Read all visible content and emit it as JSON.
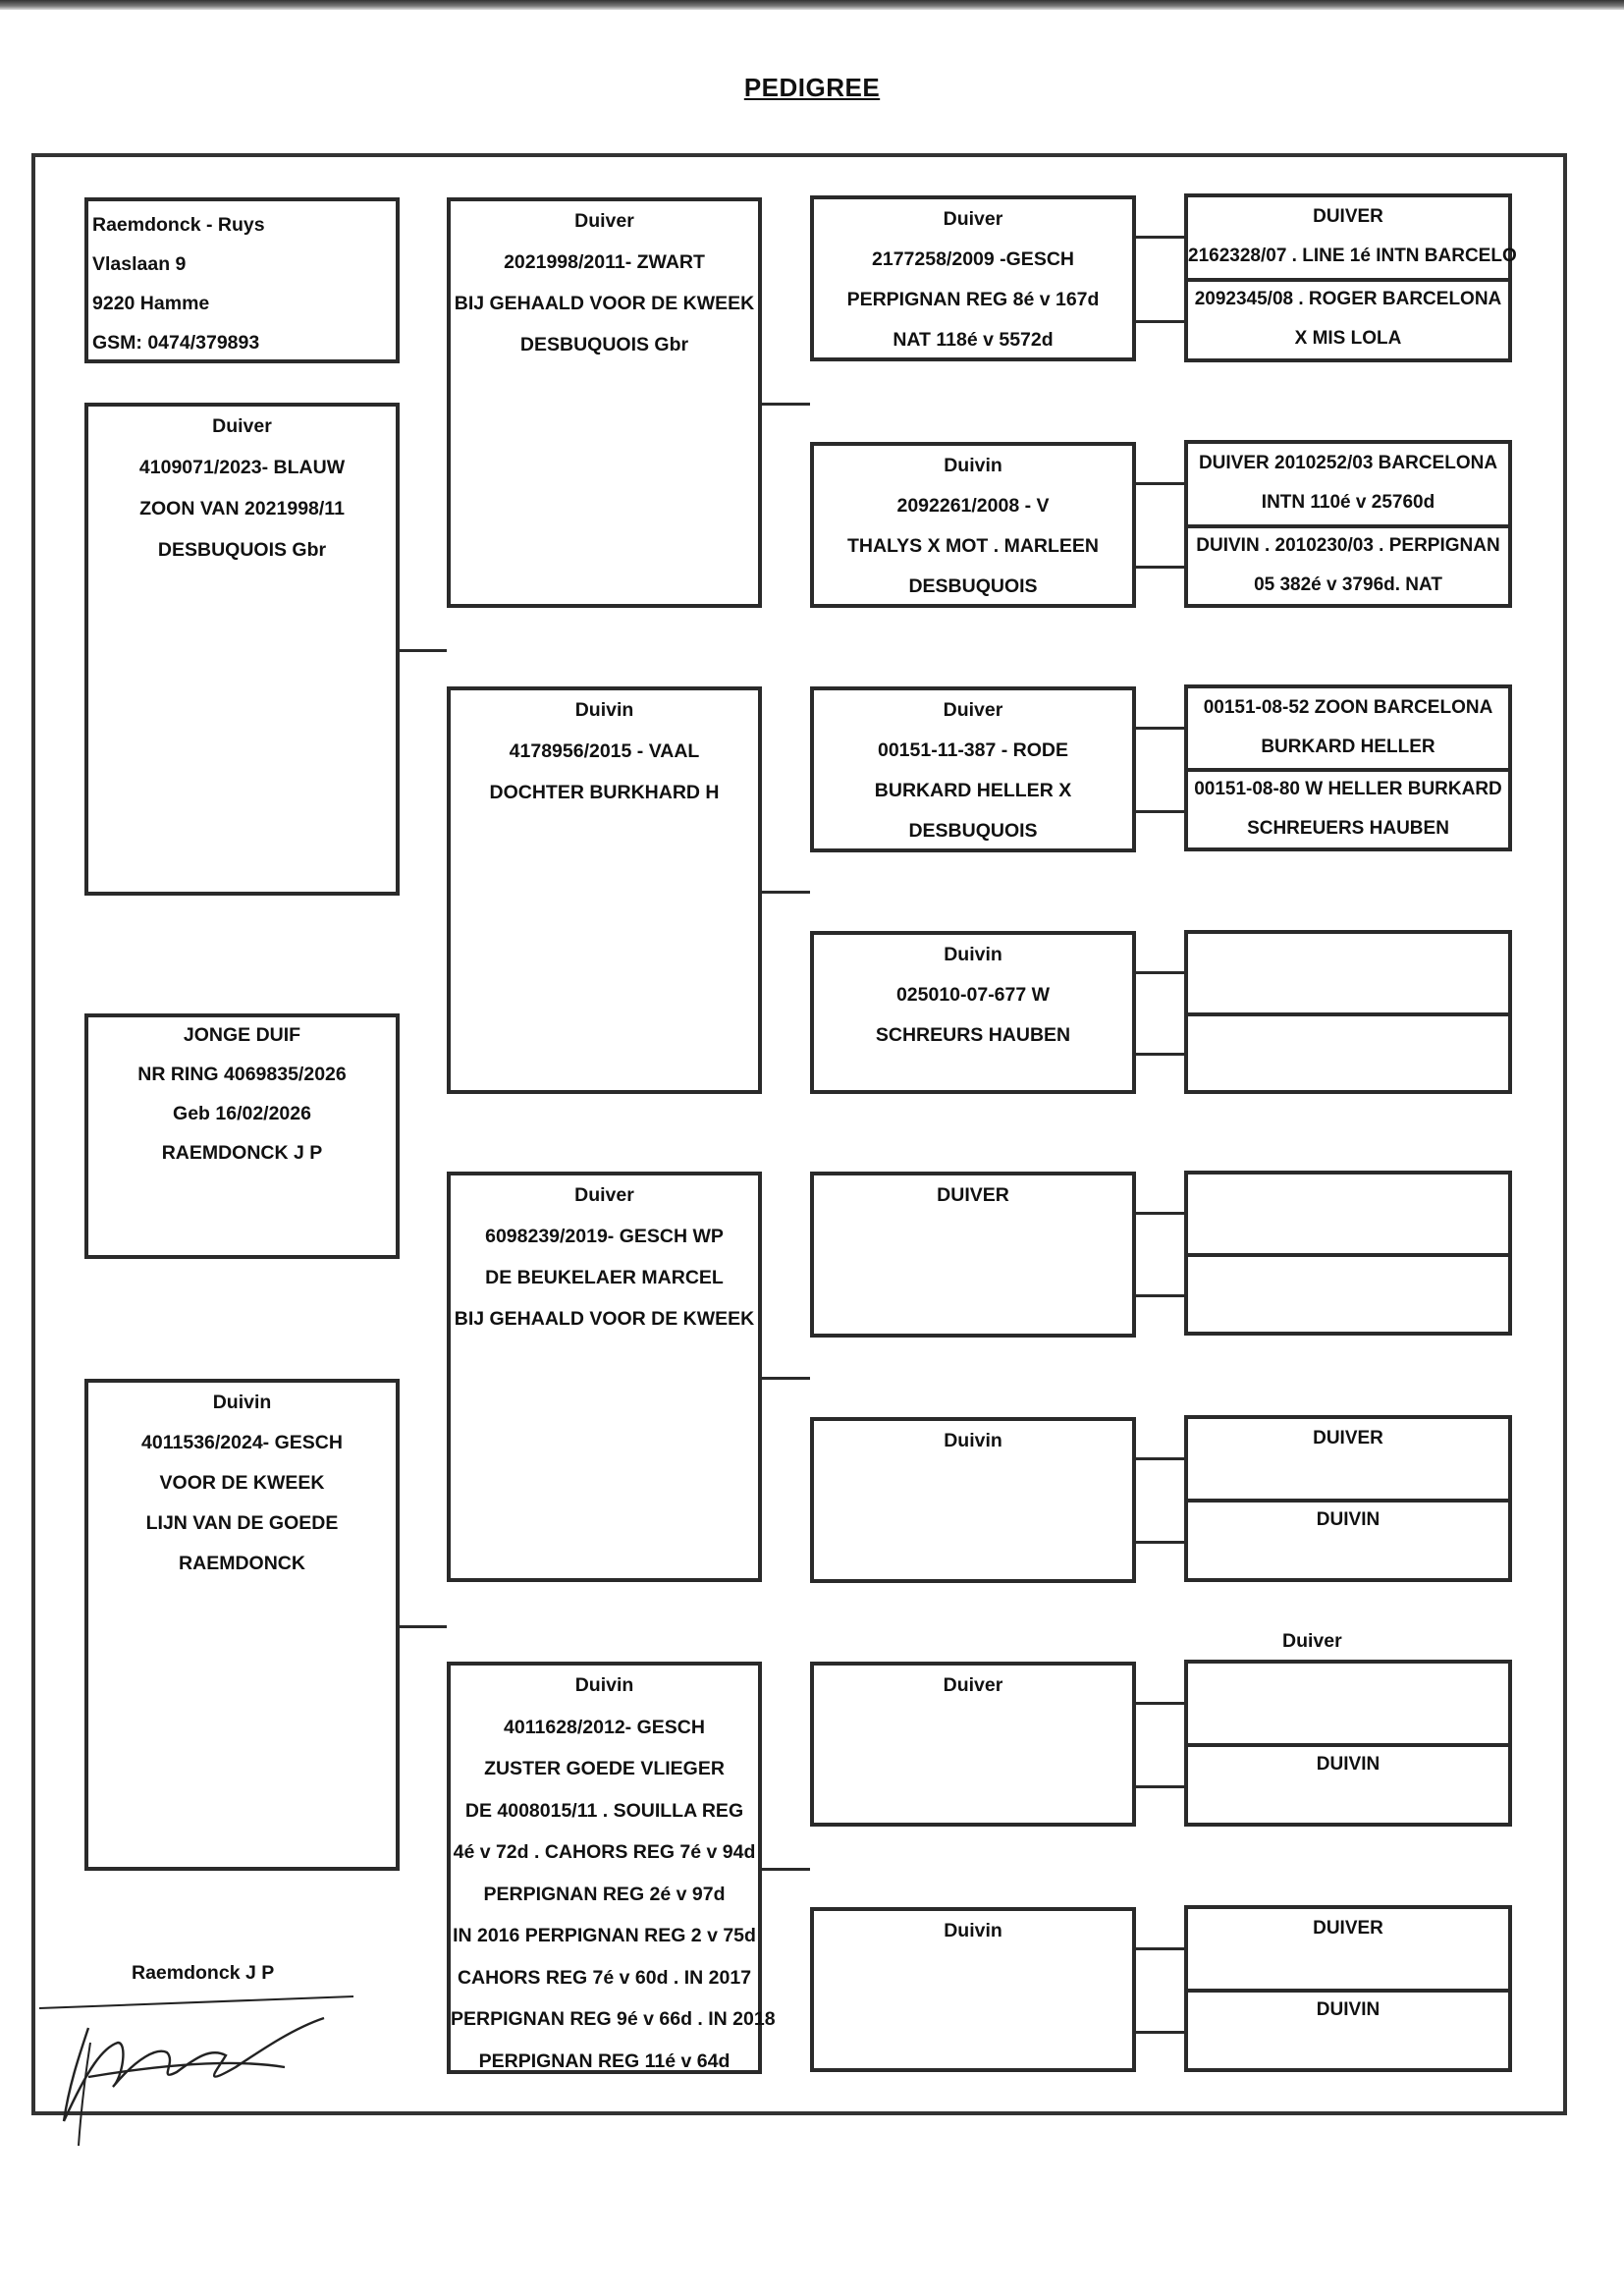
{
  "title": "PEDIGREE",
  "breeder": {
    "lines": [
      "Raemdonck - Ruys",
      "Vlaslaan 9",
      "9220 Hamme",
      "GSM: 0474/379893"
    ]
  },
  "young_bird": {
    "lines": [
      "JONGE DUIF",
      "NR  RING 4069835/2026",
      "Geb 16/02/2026",
      "RAEMDONCK    J  P"
    ]
  },
  "sire": {
    "lines": [
      "Duiver",
      "4109071/2023- BLAUW",
      "ZOON VAN 2021998/11",
      "DESBUQUOIS  Gbr"
    ]
  },
  "dam": {
    "lines": [
      "Duivin",
      "4011536/2024- GESCH",
      "VOOR DE KWEEK",
      "LIJN VAN DE GOEDE",
      "RAEMDONCK"
    ]
  },
  "grandparents": [
    {
      "lines": [
        "Duiver",
        "2021998/2011- ZWART",
        "BIJ GEHAALD VOOR DE KWEEK",
        "DESBUQUOIS Gbr"
      ]
    },
    {
      "lines": [
        "Duivin",
        "4178956/2015 - VAAL",
        "DOCHTER BURKHARD H"
      ]
    },
    {
      "lines": [
        "Duiver",
        "6098239/2019- GESCH  WP",
        "DE BEUKELAER  MARCEL",
        "BIJ GEHAALD VOOR DE KWEEK"
      ]
    },
    {
      "lines": [
        "Duivin",
        "4011628/2012- GESCH",
        "ZUSTER GOEDE  VLIEGER",
        "DE 4008015/11 . SOUILLA REG",
        "4é v 72d . CAHORS REG 7é v 94d",
        "PERPIGNAN REG  2é v 97d",
        "IN 2016 PERPIGNAN REG 2 v 75d",
        "CAHORS REG 7é v 60d . IN 2017",
        "PERPIGNAN REG 9é v 66d . IN 2018",
        "PERPIGNAN REG 11é v 64d"
      ]
    }
  ],
  "great_grandparents": [
    {
      "lines": [
        "Duiver",
        "2177258/2009 -GESCH",
        "PERPIGNAN  REG 8é v 167d",
        "NAT  118é v 5572d"
      ]
    },
    {
      "lines": [
        "Duivin",
        "2092261/2008 - V",
        "THALYS X MOT . MARLEEN",
        "DESBUQUOIS"
      ]
    },
    {
      "lines": [
        "Duiver",
        "00151-11-387 - RODE",
        "BURKARD HELLER X",
        "DESBUQUOIS"
      ]
    },
    {
      "lines": [
        "Duivin",
        "025010-07-677 W",
        "SCHREURS  HAUBEN"
      ]
    },
    {
      "lines": [
        "DUIVER"
      ]
    },
    {
      "lines": [
        "Duivin"
      ]
    },
    {
      "lines": [
        "Duiver"
      ]
    },
    {
      "lines": [
        "Duivin"
      ]
    }
  ],
  "ggg_parents": [
    {
      "top": [
        "DUIVER",
        "2162328/07 . LINE 1é INTN BARCELO"
      ],
      "bottom": [
        "2092345/08 . ROGER BARCELONA",
        "X MIS  LOLA"
      ]
    },
    {
      "top": [
        "DUIVER 2010252/03 BARCELONA",
        "INTN 110é v 25760d"
      ],
      "bottom": [
        "DUIVIN . 2010230/03 . PERPIGNAN",
        "05 382é v 3796d. NAT"
      ]
    },
    {
      "top": [
        "00151-08-52  ZOON BARCELONA",
        "BURKARD  HELLER"
      ],
      "bottom": [
        "00151-08-80 W  HELLER  BURKARD",
        "SCHREUERS  HAUBEN"
      ]
    },
    {
      "top": [],
      "bottom": []
    },
    {
      "top": [],
      "bottom": []
    },
    {
      "top": [
        "DUIVER"
      ],
      "bottom": [
        "DUIVIN"
      ]
    },
    {
      "top": [],
      "bottom": [
        "DUIVIN"
      ]
    },
    {
      "top": [
        "DUIVER"
      ],
      "bottom": [
        "DUIVIN"
      ]
    }
  ],
  "floating_label": "Duiver",
  "signature_name": "Raemdonck  J P"
}
